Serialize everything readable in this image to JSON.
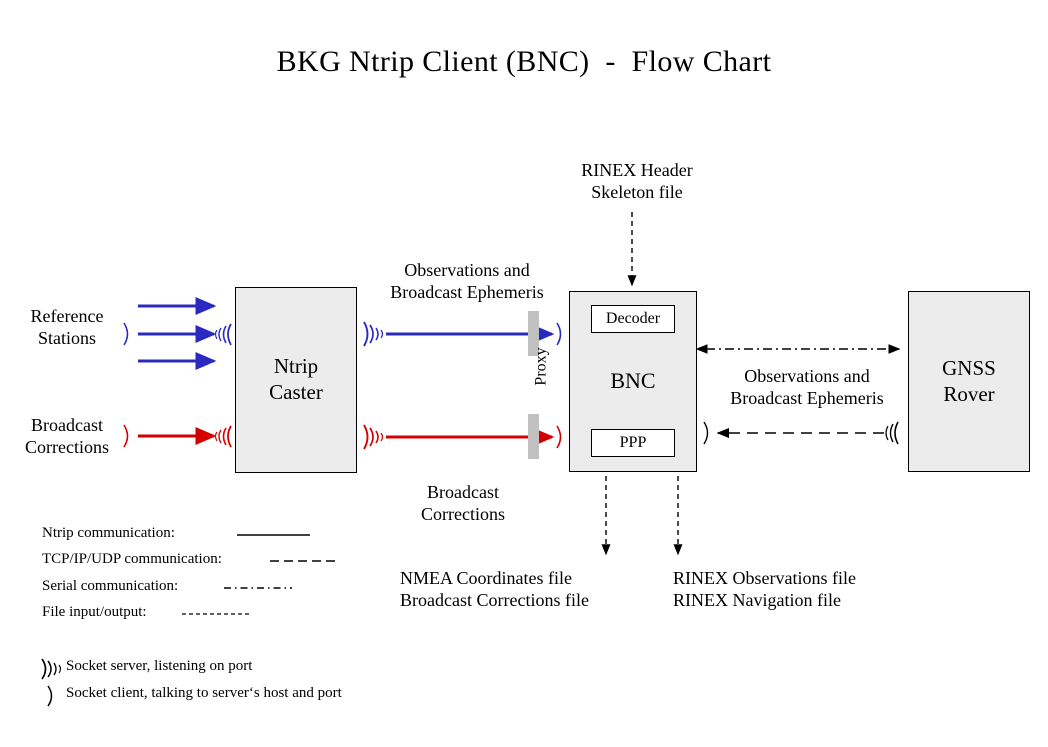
{
  "title": "BKG Ntrip Client (BNC)  -  Flow Chart",
  "nodes": {
    "ntrip_caster": {
      "line1": "Ntrip",
      "line2": "Caster"
    },
    "bnc": {
      "decoder": "Decoder",
      "name": "BNC",
      "ppp": "PPP"
    },
    "gnss_rover": {
      "line1": "GNSS",
      "line2": "Rover"
    }
  },
  "labels": {
    "reference_stations": "Reference\nStations",
    "broadcast_corrections_in": "Broadcast\nCorrections",
    "observations_ephemeris_left": "Observations and\nBroadcast Ephemeris",
    "broadcast_corrections_mid": "Broadcast\nCorrections",
    "rinex_header_skeleton": "RINEX Header\nSkeleton file",
    "observations_ephemeris_right": "Observations and\nBroadcast Ephemeris",
    "proxy": "Proxy",
    "nmea_output": "NMEA Coordinates file\nBroadcast Corrections file",
    "rinex_output": "RINEX Observations file\nRINEX Navigation file"
  },
  "legend": {
    "lines": [
      {
        "label": "Ntrip communication:",
        "style": "solid"
      },
      {
        "label": "TCP/IP/UDP communication:",
        "style": "dashed"
      },
      {
        "label": "Serial communication:",
        "style": "dash-dot"
      },
      {
        "label": "File input/output:",
        "style": "dotted"
      }
    ],
    "sockets": [
      {
        "symbol": "socket-server-icon",
        "label": "Socket server, listening on port"
      },
      {
        "symbol": "socket-client-icon",
        "label": "Socket client, talking to server‘s host and port"
      }
    ]
  },
  "colors": {
    "ntrip_blue": "#2a2ac0",
    "corrections_red": "#d40000",
    "box_fill": "#ececec",
    "box_stroke": "#000000",
    "proxy_bar": "#c0c0c0",
    "background": "#ffffff"
  },
  "connections": [
    {
      "from": "Reference Stations",
      "to": "Ntrip Caster",
      "color": "#2a2ac0",
      "style": "solid",
      "count": 3
    },
    {
      "from": "Broadcast Corrections",
      "to": "Ntrip Caster",
      "color": "#d40000",
      "style": "solid",
      "count": 1
    },
    {
      "from": "Ntrip Caster",
      "to": "BNC",
      "color": "#2a2ac0",
      "style": "solid",
      "label": "Observations and Broadcast Ephemeris"
    },
    {
      "from": "Ntrip Caster",
      "to": "BNC",
      "color": "#d40000",
      "style": "solid",
      "label": "Broadcast Corrections"
    },
    {
      "from": "RINEX Header Skeleton file",
      "to": "BNC",
      "color": "#000000",
      "style": "dotted"
    },
    {
      "from": "BNC",
      "to": "GNSS Rover",
      "color": "#000000",
      "style": "dash-dot",
      "bidirectional": true
    },
    {
      "from": "GNSS Rover",
      "to": "BNC",
      "color": "#000000",
      "style": "dashed",
      "label": "Observations and Broadcast Ephemeris"
    },
    {
      "from": "BNC",
      "to": "NMEA Coordinates file",
      "color": "#000000",
      "style": "dotted"
    },
    {
      "from": "BNC",
      "to": "RINEX Observations file",
      "color": "#000000",
      "style": "dotted"
    }
  ]
}
